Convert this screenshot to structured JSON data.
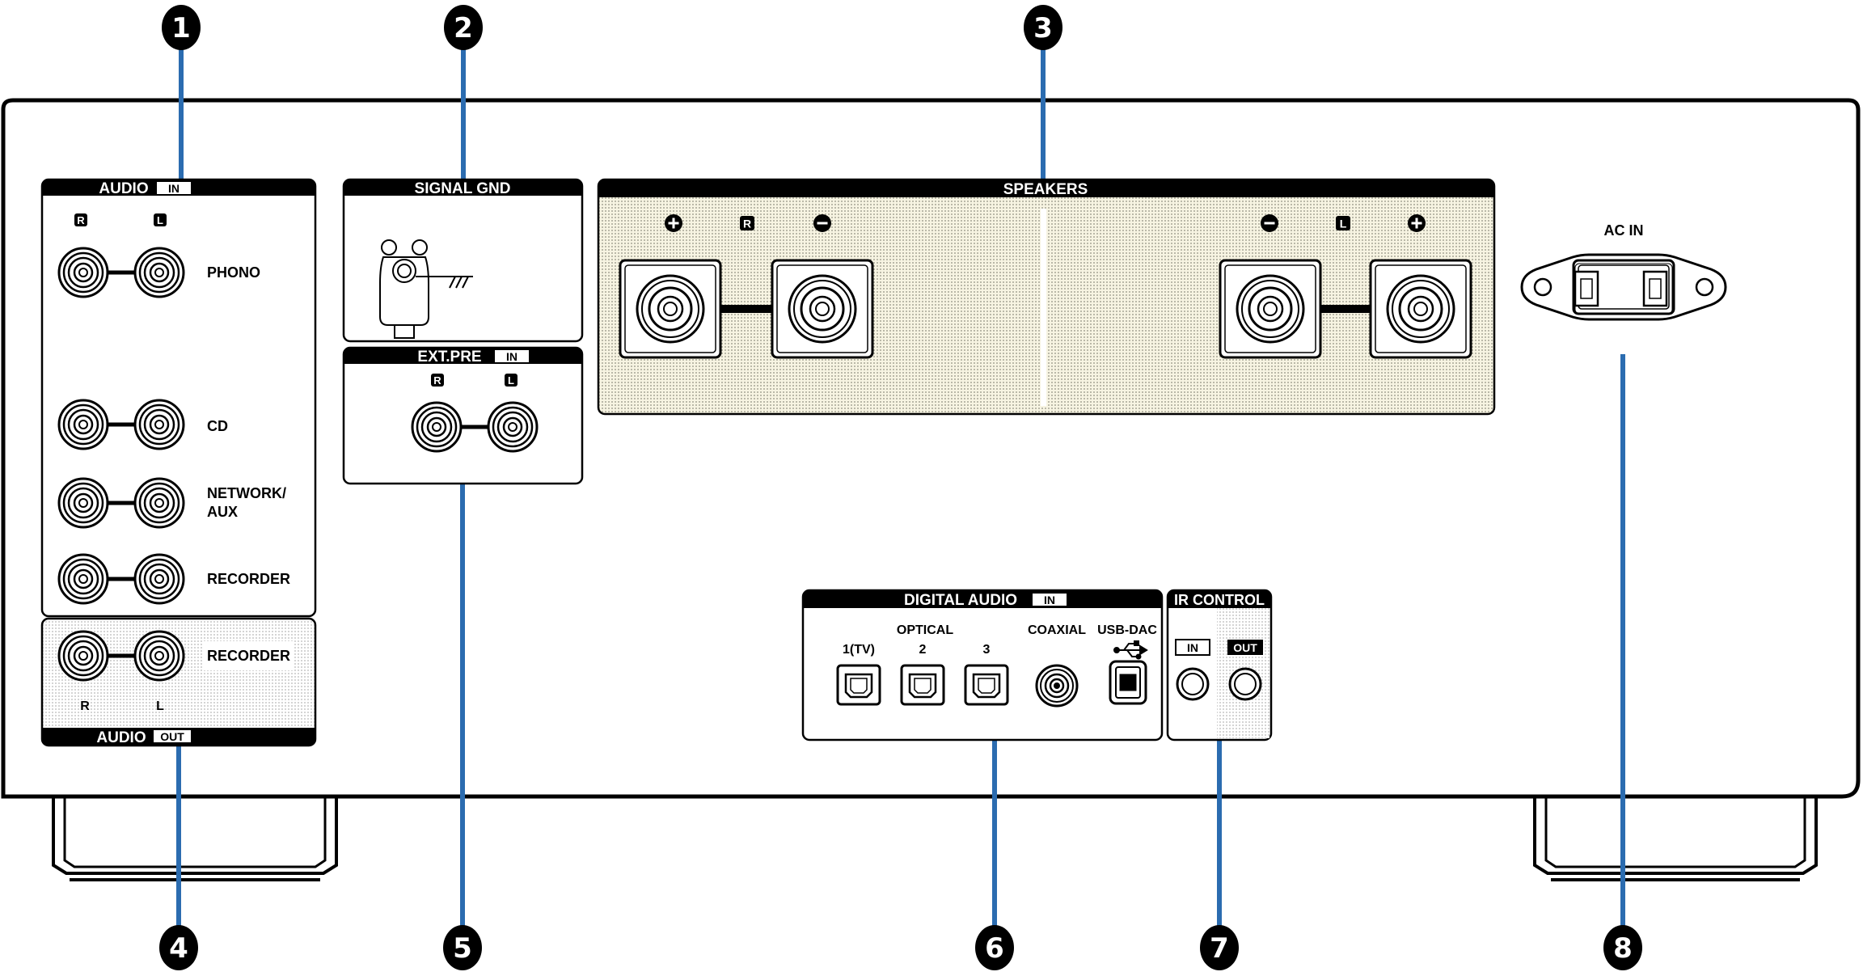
{
  "colors": {
    "callout_line": "#2b6cb0",
    "callout_disc": "#000000",
    "panel_dark": "#000000",
    "speaker_fill": "#f4f1dc",
    "stipple": "#c9c9c9"
  },
  "callouts": [
    "1",
    "2",
    "3",
    "4",
    "5",
    "6",
    "7",
    "8"
  ],
  "audio_in": {
    "title": "AUDIO",
    "badge": "IN",
    "r_mark": "R",
    "l_mark": "L",
    "inputs": [
      {
        "label_1": "PHONO",
        "label_2": ""
      },
      {
        "label_1": "CD",
        "label_2": ""
      },
      {
        "label_1": "NETWORK/",
        "label_2": "AUX"
      },
      {
        "label_1": "RECORDER",
        "label_2": ""
      }
    ]
  },
  "audio_out": {
    "title": "AUDIO",
    "badge": "OUT",
    "label": "RECORDER",
    "r_label": "R",
    "l_label": "L"
  },
  "signal_gnd": {
    "title": "SIGNAL GND"
  },
  "ext_pre": {
    "title": "EXT.PRE",
    "badge": "IN",
    "r_mark": "R",
    "l_mark": "L"
  },
  "speakers": {
    "title": "SPEAKERS",
    "right_mark": "R",
    "left_mark": "L",
    "plus": "+",
    "minus": "−"
  },
  "ac_in": {
    "label": "AC IN"
  },
  "digital_audio": {
    "title": "DIGITAL AUDIO",
    "badge": "IN",
    "optical_label": "OPTICAL",
    "optical_ports": [
      "1(TV)",
      "2",
      "3"
    ],
    "coaxial_label": "COAXIAL",
    "usb_label": "USB-DAC",
    "usb_icon": "usb-icon"
  },
  "ir_control": {
    "title": "IR CONTROL",
    "in_label": "IN",
    "out_label": "OUT"
  }
}
